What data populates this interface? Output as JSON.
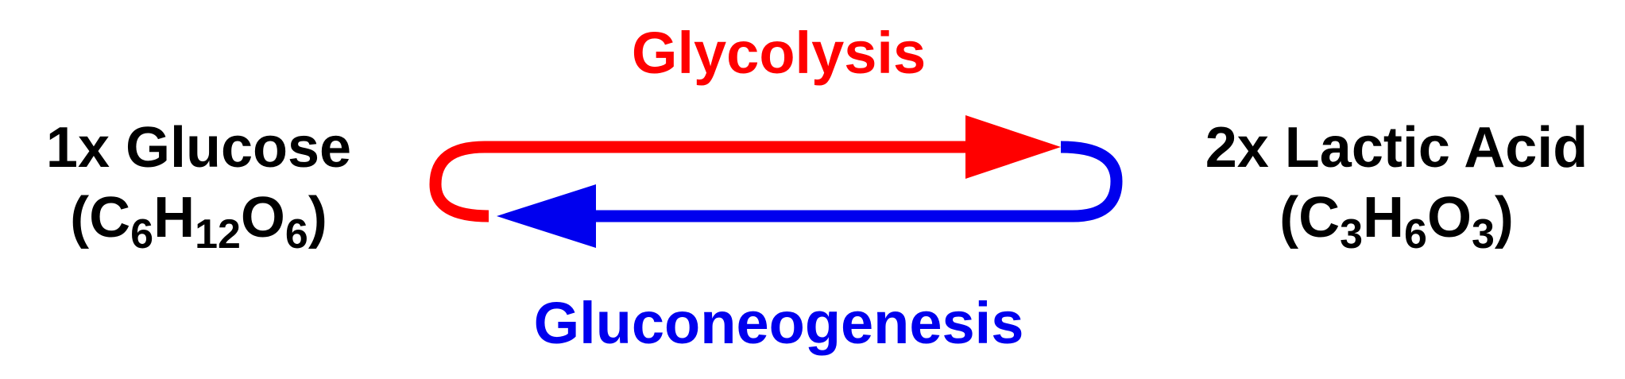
{
  "forward_process": {
    "label": "Glycolysis",
    "color": "#ff0000"
  },
  "reverse_process": {
    "label": "Gluconeogenesis",
    "color": "#0000ee"
  },
  "reactant": {
    "name": "1x Glucose",
    "formula_parts": [
      "(C",
      "6",
      "H",
      "12",
      "O",
      "6",
      ")"
    ]
  },
  "product": {
    "name": "2x Lactic Acid",
    "formula_parts": [
      "(C",
      "3",
      "H",
      "6",
      "O",
      "3",
      ")"
    ]
  }
}
